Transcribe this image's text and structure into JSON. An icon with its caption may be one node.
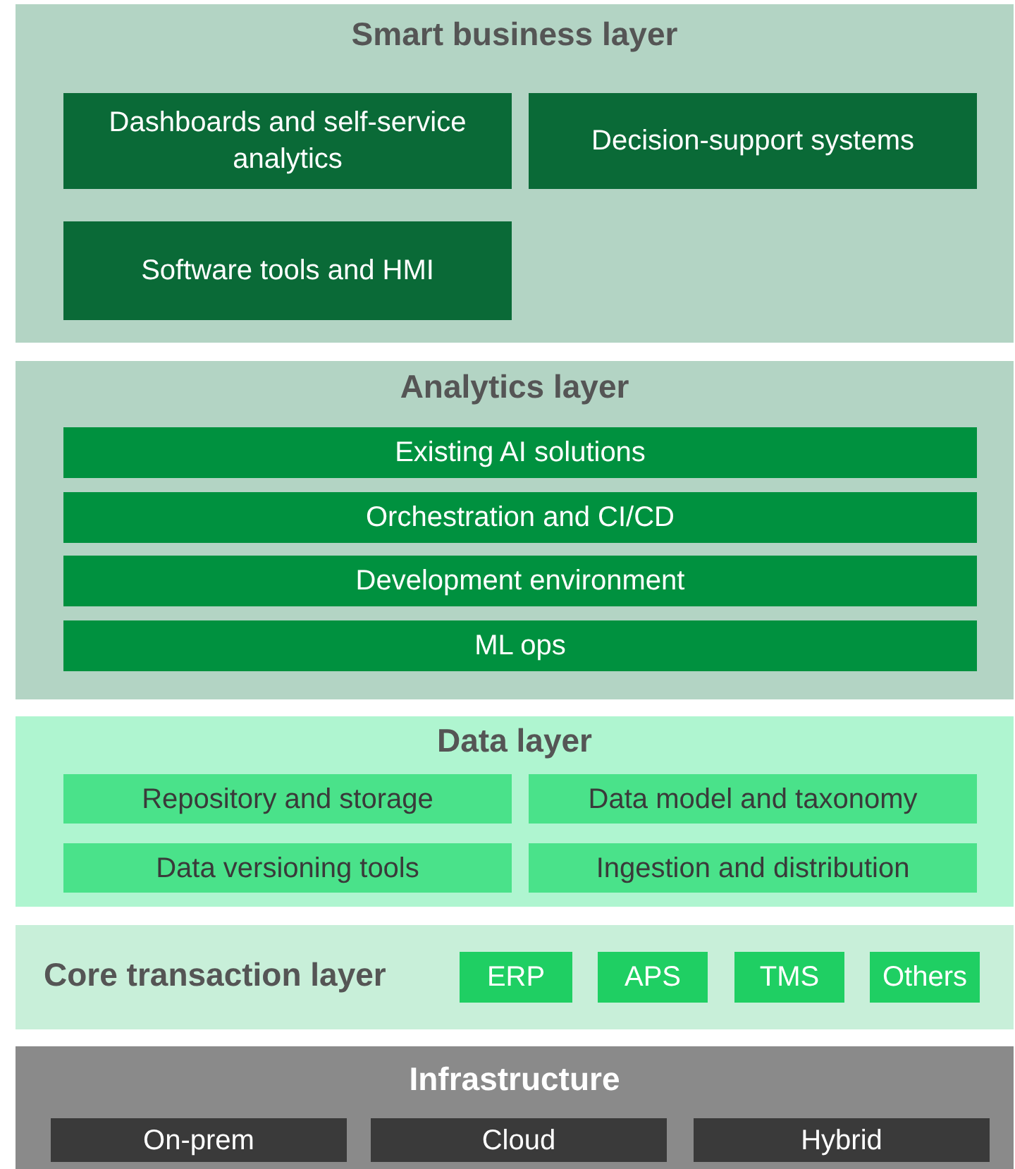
{
  "diagram": {
    "nodes": [
      {
        "text": [
          "Smart business layer"
        ]
      },
      {
        "text": [
          "Dashboards and self-service analytics"
        ],
        "in": 0
      },
      {
        "text": [
          "Decision-support systems"
        ],
        "in": 0
      },
      {
        "text": [
          "Software tools and HMI"
        ],
        "in": 0
      },
      {
        "text": [
          "Analytics layer"
        ]
      },
      {
        "text": [
          "Existing AI solutions"
        ],
        "in": 4
      },
      {
        "text": [
          "Orchestration and CI/CD"
        ],
        "in": 4
      },
      {
        "text": [
          "Development environment"
        ],
        "in": 4
      },
      {
        "text": [
          "ML ops"
        ],
        "in": 4
      },
      {
        "text": [
          "Data layer"
        ]
      },
      {
        "text": [
          "Repository and storage"
        ],
        "in": 9
      },
      {
        "text": [
          "Data model and taxonomy"
        ],
        "in": 9
      },
      {
        "text": [
          "Data versioning tools"
        ],
        "in": 9
      },
      {
        "text": [
          "Ingestion and distribution"
        ],
        "in": 9
      },
      {
        "text": [
          "Core transaction layer"
        ]
      },
      {
        "text": [
          "ERP"
        ],
        "in": 14
      },
      {
        "text": [
          "APS"
        ],
        "in": 14
      },
      {
        "text": [
          "TMS"
        ],
        "in": 14
      },
      {
        "text": [
          "Others"
        ],
        "in": 14
      },
      {
        "text": [
          "Infrastructure"
        ]
      },
      {
        "text": [
          "On-prem"
        ],
        "in": 19
      },
      {
        "text": [
          "Cloud"
        ],
        "in": 19
      },
      {
        "text": [
          "Hybrid"
        ],
        "in": 19
      }
    ]
  }
}
